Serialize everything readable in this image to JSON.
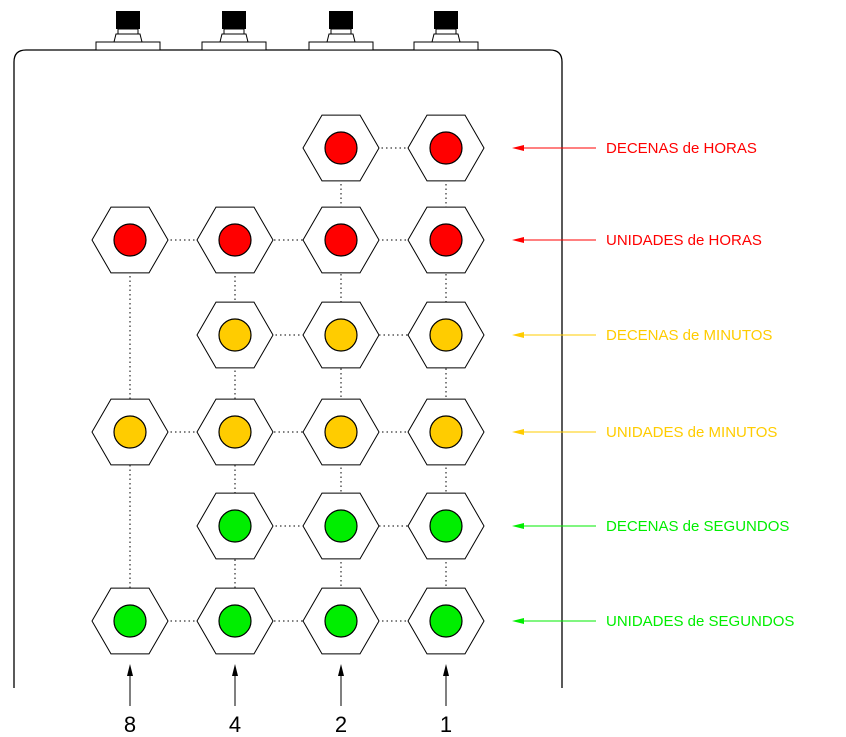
{
  "colors": {
    "red": "#ff0000",
    "yellow": "#ffcc00",
    "green": "#00ee00",
    "outline": "#000000",
    "connector": "#000000"
  },
  "rows": [
    {
      "label": "DECENAS de HORAS",
      "color": "red",
      "bits": [
        2,
        1
      ]
    },
    {
      "label": "UNIDADES de HORAS",
      "color": "red",
      "bits": [
        8,
        4,
        2,
        1
      ]
    },
    {
      "label": "DECENAS de MINUTOS",
      "color": "yellow",
      "bits": [
        4,
        2,
        1
      ]
    },
    {
      "label": "UNIDADES de MINUTOS",
      "color": "yellow",
      "bits": [
        8,
        4,
        2,
        1
      ]
    },
    {
      "label": "DECENAS de SEGUNDOS",
      "color": "green",
      "bits": [
        4,
        2,
        1
      ]
    },
    {
      "label": "UNIDADES de SEGUNDOS",
      "color": "green",
      "bits": [
        8,
        4,
        2,
        1
      ]
    }
  ],
  "bit_columns": [
    {
      "value": 8,
      "label": "8"
    },
    {
      "value": 4,
      "label": "4"
    },
    {
      "value": 2,
      "label": "2"
    },
    {
      "value": 1,
      "label": "1"
    }
  ],
  "buttons": [
    {
      "name": "button-1"
    },
    {
      "name": "button-2"
    },
    {
      "name": "button-3"
    },
    {
      "name": "button-4"
    }
  ]
}
